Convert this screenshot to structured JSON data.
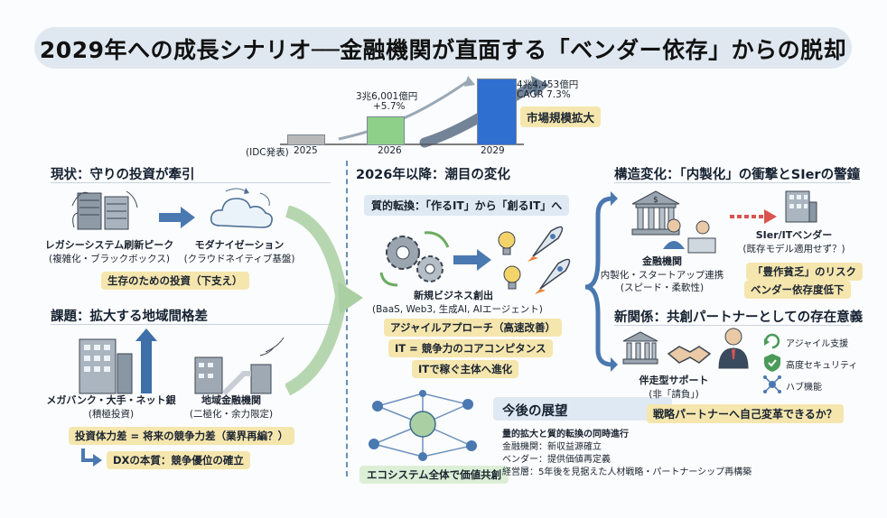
{
  "title": "2029年への成長シナリオ──金融機関が直面する「ベンダー依存」からの脱却",
  "chart_data": {
    "type": "bar",
    "categories": [
      "2025",
      "2026",
      "2029"
    ],
    "source_label": "(IDC発表)",
    "annotations": [
      {
        "category": "2026",
        "value_label": "3兆6,001億円",
        "growth_label": "+5.7%"
      },
      {
        "category": "2029",
        "value_label": "4兆4,453億円",
        "growth_label": "CAGR 7.3%"
      }
    ],
    "bar_colors": [
      "#b9b9b9",
      "#8ed08a",
      "#2f6fd0"
    ],
    "callout": "市場規模拡大"
  },
  "left": {
    "current_head": "現状：守りの投資が牽引",
    "legacy_label": "レガシーシステム刷新ピーク",
    "legacy_sub": "(複雑化・ブラックボックス)",
    "modern_label": "モダナイゼーション",
    "modern_sub": "(クラウドネイティブ基盤)",
    "survival_pill": "生存のための投資（下支え）",
    "issue_head": "課題：拡大する地域間格差",
    "megabank_label": "メガバンク・大手・ネット銀",
    "megabank_sub": "(積極投資)",
    "regional_label": "地域金融機関",
    "regional_sub": "(二極化・余力限定)",
    "gap_pill": "投資体力差 = 将来の競争力差（業界再編？）",
    "dx_pill": "DXの本質：競争優位の確立"
  },
  "center": {
    "head": "2026年以降：潮目の変化",
    "shift_pill": "質的転換：「作るIT」から「創るIT」へ",
    "newbiz_label": "新規ビジネス創出",
    "newbiz_sub": "(BaaS, Web3, 生成AI, AIエージェント)",
    "pills": [
      "アジャイルアプローチ（高速改善）",
      "IT = 競争力のコアコンピタンス",
      "ITで稼ぐ主体へ進化"
    ],
    "ecosystem_pill": "エコシステム全体で価値共創",
    "outlook_head": "今後の展望",
    "outlook_lines": [
      "量的拡大と質的転換の同時進行",
      "金融機関：新収益源確立",
      "ベンダー：提供価値再定義",
      "経営層：5年後を見据えた人材戦略・パートナーシップ再構築"
    ]
  },
  "right": {
    "struct_head": "構造変化：「内製化」の衝撃とSIerの警鐘",
    "fin_label": "金融機関",
    "fin_sub1": "内製化・スタートアップ連携",
    "fin_sub2": "(スピード・柔軟性)",
    "vendor_label": "SIer/ITベンダー",
    "vendor_sub": "(既存モデル適用せず？)",
    "risk_pills": [
      "「豊作貧乏」のリスク",
      "ベンダー依存度低下"
    ],
    "relation_head": "新関係：共創パートナーとしての存在意義",
    "support_label": "伴走型サポート",
    "support_sub": "(非「請負」)",
    "features": [
      "アジャイル支援",
      "高度セキュリティ",
      "ハブ機能"
    ],
    "question_pill": "戦略パートナーへ自己変革できるか？"
  }
}
